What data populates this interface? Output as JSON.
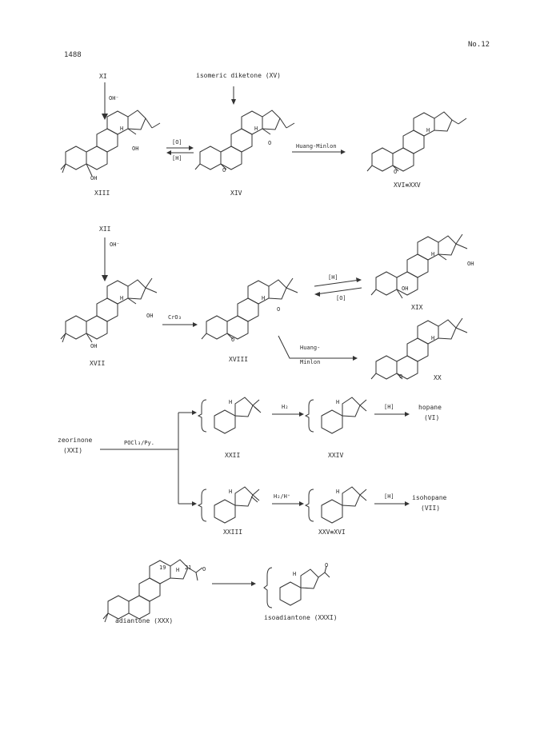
{
  "header": {
    "page_number": "1488",
    "issue": "No.12"
  },
  "row1": {
    "start_label": "XI",
    "reagent_oh": "OH⁻",
    "isomeric": "isomeric diketone (XV)",
    "c_ox": "[O]",
    "c_red": "[H]",
    "huang": "Huang-Minlon",
    "lbl_xiii": "XIII",
    "lbl_xiv": "XIV",
    "lbl_xvi": "XVI≡XXV"
  },
  "row2": {
    "start_label": "XII",
    "reagent_oh": "OH⁻",
    "cro3": "CrO₃",
    "h_red": "[H]",
    "o_ox": "[O]",
    "huang1": "Huang-",
    "huang2": "Minlon",
    "lbl_xvii": "XVII",
    "lbl_xviii": "XVIII",
    "lbl_xix": "XIX",
    "lbl_xx": "XX"
  },
  "row3": {
    "zeorinone": "zeorinone",
    "zeorinone_num": "(XXI)",
    "pocl3": "POCl₃/Py.",
    "h2": "H₂",
    "h2h": "H₂/H⁺",
    "h_a": "[H]",
    "h_b": "[H]",
    "hopane": "hopane",
    "hopane_num": "(VI)",
    "isohopane": "isohopane",
    "isohopane_num": "(VII)",
    "lbl_xxii": "XXII",
    "lbl_xxiv": "XXIV",
    "lbl_xxiii": "XXIII",
    "lbl_xxv": "XXV≡XVI"
  },
  "row4": {
    "adiantone": "adiantone (XXX)",
    "isoadiantone": "isoadiantone (XXXI)",
    "c19": "19",
    "c21": "21"
  },
  "atoms": {
    "H": "H",
    "OH": "OH",
    "O": "O"
  }
}
